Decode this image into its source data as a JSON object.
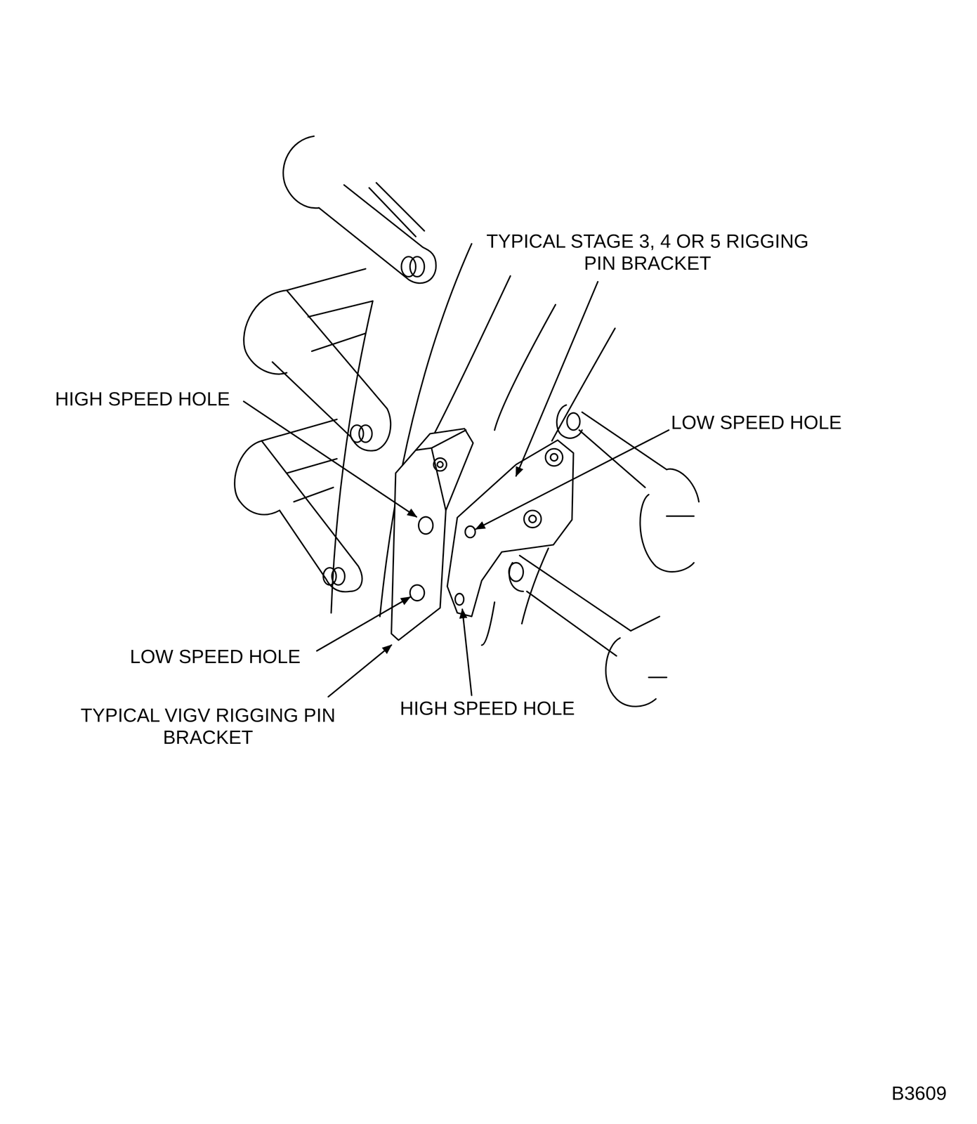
{
  "diagram": {
    "labels": [
      "TYPICAL STAGE 3, 4 OR 5 RIGGING PIN BRACKET",
      "HIGH SPEED HOLE",
      "LOW SPEED HOLE",
      "LOW SPEED HOLE",
      "TYPICAL VIGV RIGGING PIN BRACKET",
      "HIGH SPEED HOLE",
      "B3609"
    ]
  }
}
